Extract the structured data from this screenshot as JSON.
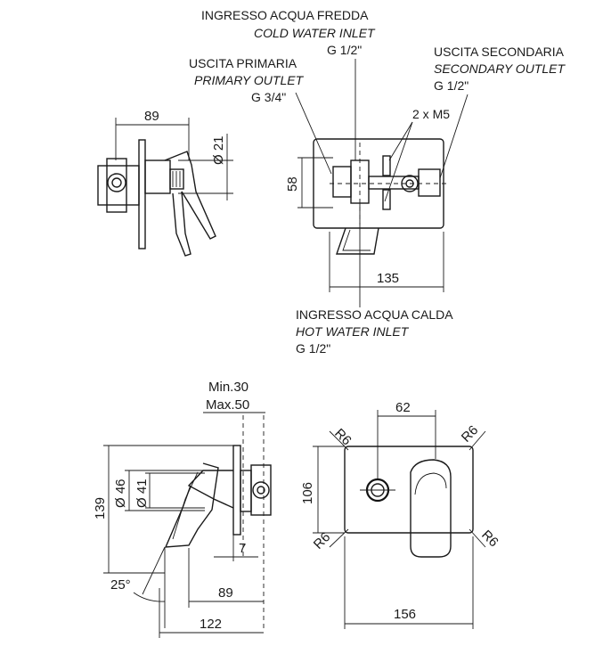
{
  "labels": {
    "cold_it": "INGRESSO ACQUA FREDDA",
    "cold_en": "COLD WATER INLET",
    "cold_size": "G 1/2\"",
    "primary_it": "USCITA PRIMARIA",
    "primary_en": "PRIMARY OUTLET",
    "primary_size": "G 3/4\"",
    "secondary_it": "USCITA SECONDARIA",
    "secondary_en": "SECONDARY OUTLET",
    "secondary_size": "G 1/2\"",
    "screws": "2 x M5",
    "hot_it": "INGRESSO ACQUA CALDA",
    "hot_en": "HOT WATER INLET",
    "hot_size": "G 1/2\""
  },
  "dimensions": {
    "d89_top": "89",
    "d21": "Ø 21",
    "d58": "58",
    "d135": "135",
    "min30": "Min.30",
    "max50": "Max.50",
    "d139": "139",
    "d46": "Ø 46",
    "d41": "Ø 41",
    "d7": "7",
    "angle25": "25°",
    "d89_bottom": "89",
    "d122": "122",
    "d62": "62",
    "d106": "106",
    "d156": "156",
    "r6_tl": "R6",
    "r6_tr": "R6",
    "r6_bl": "R6",
    "r6_br": "R6"
  }
}
